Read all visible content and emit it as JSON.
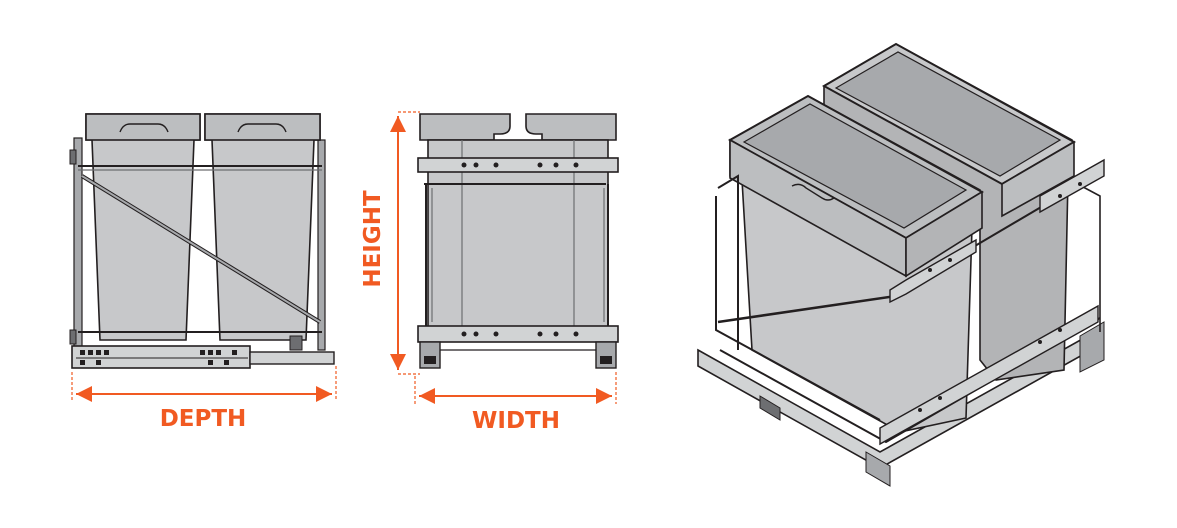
{
  "labels": {
    "depth": "DEPTH",
    "height": "HEIGHT",
    "width": "WIDTH"
  },
  "colors": {
    "accent": "#f15a22",
    "bin_fill": "#c7c8ca",
    "bin_shadow": "#b3b4b6",
    "frame": "#6d6e71",
    "outline": "#231f20"
  },
  "views": [
    "side-view",
    "front-view",
    "isometric-view"
  ]
}
